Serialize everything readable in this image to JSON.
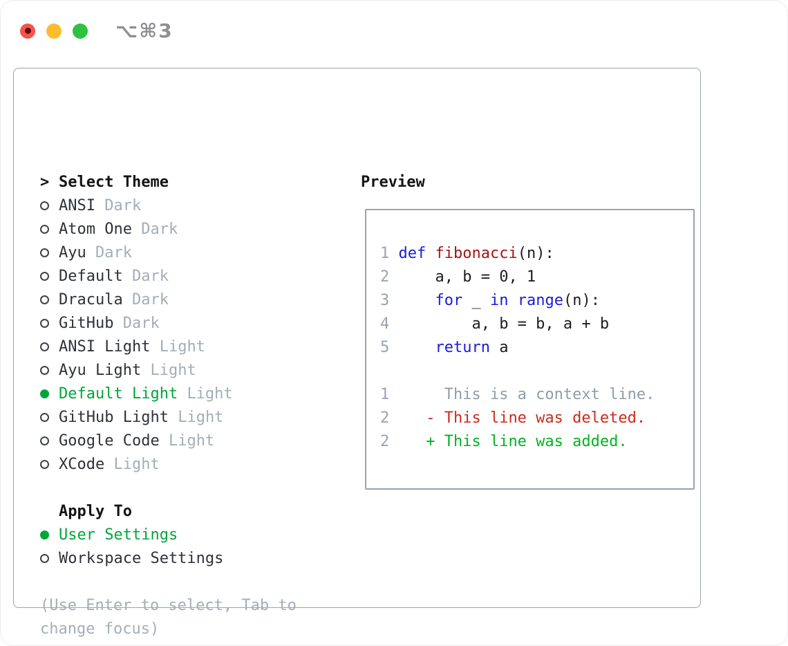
{
  "window": {
    "title": "⌥⌘3"
  },
  "colors": {
    "accent-green": "#00a539",
    "added-green": "#00b321",
    "deleted-red": "#cc2b1c",
    "keyword-blue": "#1b1bdb",
    "function-red": "#a31515",
    "muted-gray": "#a4adb8",
    "context-gray": "#939ca5",
    "ink": "#141517",
    "name-ink": "#2e3238",
    "border-gray": "#9aa2ab",
    "titlebar-gray": "#8e8f93",
    "traffic-red": "#f4544b",
    "traffic-yellow": "#fdbc2f",
    "traffic-green": "#2ec23e"
  },
  "theme_panel": {
    "select_theme": {
      "prompt": ">",
      "header": "Select Theme",
      "items": [
        {
          "name": "ANSI",
          "variant": "Dark",
          "selected": false
        },
        {
          "name": "Atom One",
          "variant": "Dark",
          "selected": false
        },
        {
          "name": "Ayu",
          "variant": "Dark",
          "selected": false
        },
        {
          "name": "Default",
          "variant": "Dark",
          "selected": false
        },
        {
          "name": "Dracula",
          "variant": "Dark",
          "selected": false
        },
        {
          "name": "GitHub",
          "variant": "Dark",
          "selected": false
        },
        {
          "name": "ANSI Light",
          "variant": "Light",
          "selected": false
        },
        {
          "name": "Ayu Light",
          "variant": "Light",
          "selected": false
        },
        {
          "name": "Default Light",
          "variant": "Light",
          "selected": true
        },
        {
          "name": "GitHub Light",
          "variant": "Light",
          "selected": false
        },
        {
          "name": "Google Code",
          "variant": "Light",
          "selected": false
        },
        {
          "name": "XCode",
          "variant": "Light",
          "selected": false
        }
      ]
    },
    "apply_to": {
      "header": "Apply To",
      "items": [
        {
          "label": "User Settings",
          "selected": true
        },
        {
          "label": "Workspace Settings",
          "selected": false
        }
      ]
    },
    "help": {
      "line1": "(Use Enter to select, Tab to",
      "line2": "change focus)"
    },
    "preview": {
      "header": "Preview",
      "code_lines": [
        {
          "num": "1",
          "tokens": [
            [
              "keyword",
              "def"
            ],
            [
              "plain",
              " "
            ],
            [
              "function",
              "fibonacci"
            ],
            [
              "plain",
              "(n):"
            ]
          ]
        },
        {
          "num": "2",
          "tokens": [
            [
              "plain",
              "    a, b = 0, 1"
            ]
          ]
        },
        {
          "num": "3",
          "tokens": [
            [
              "plain",
              "    "
            ],
            [
              "keyword",
              "for"
            ],
            [
              "plain",
              " _ "
            ],
            [
              "keyword",
              "in"
            ],
            [
              "plain",
              " "
            ],
            [
              "keyword",
              "range"
            ],
            [
              "plain",
              "(n):"
            ]
          ]
        },
        {
          "num": "4",
          "tokens": [
            [
              "plain",
              "        a, b = b, a + b"
            ]
          ]
        },
        {
          "num": "5",
          "tokens": [
            [
              "plain",
              "    "
            ],
            [
              "keyword",
              "return"
            ],
            [
              "plain",
              " a"
            ]
          ]
        }
      ],
      "diff_lines": [
        {
          "num": "1",
          "prefix": "  ",
          "text": "This is a context line.",
          "kind": "context"
        },
        {
          "num": "2",
          "prefix": "- ",
          "text": "This line was deleted.",
          "kind": "deleted"
        },
        {
          "num": "2",
          "prefix": "+ ",
          "text": "This line was added.",
          "kind": "added"
        }
      ]
    }
  }
}
